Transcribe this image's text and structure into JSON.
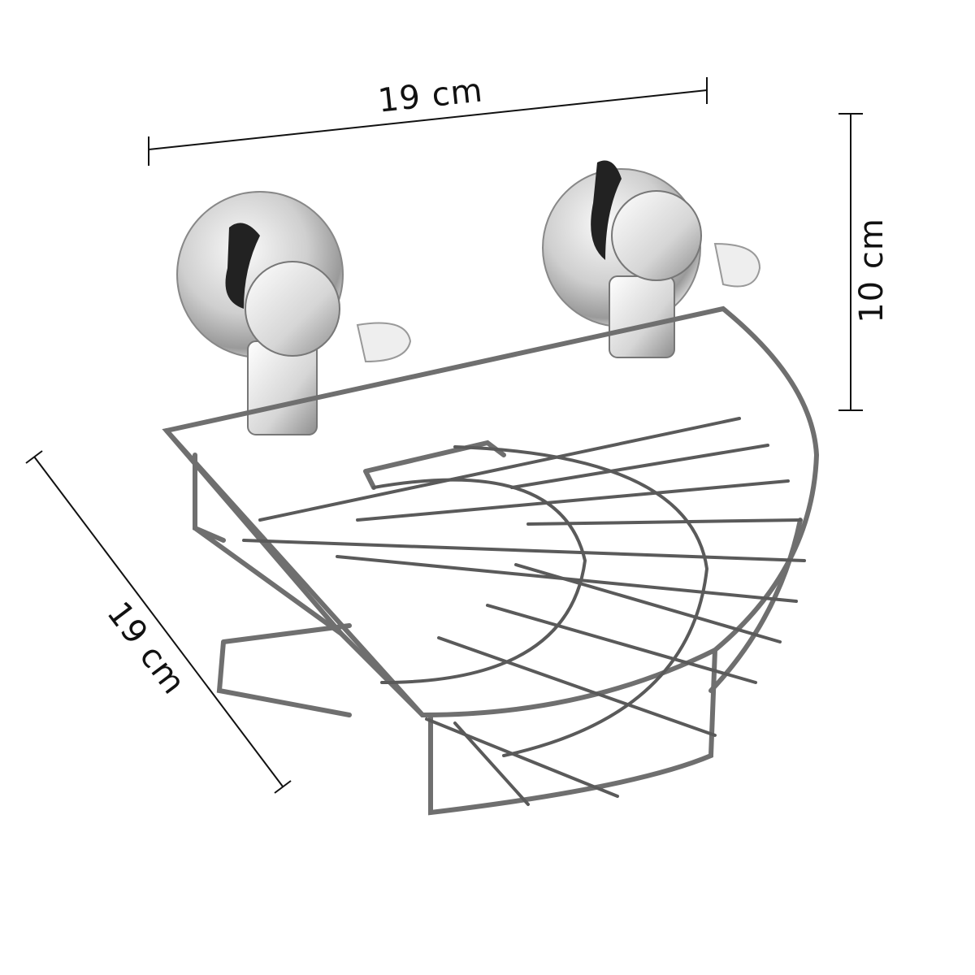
{
  "dimensions": {
    "width": {
      "label": "19 cm"
    },
    "height": {
      "label": "10 cm"
    },
    "depth": {
      "label": "19 cm"
    }
  },
  "product": {
    "icon": "chrome-corner-shower-basket-with-suction-cups"
  },
  "colors": {
    "line": "#111111",
    "chrome_light": "#f2f2f2",
    "chrome_dark": "#555555",
    "background": "#ffffff"
  }
}
